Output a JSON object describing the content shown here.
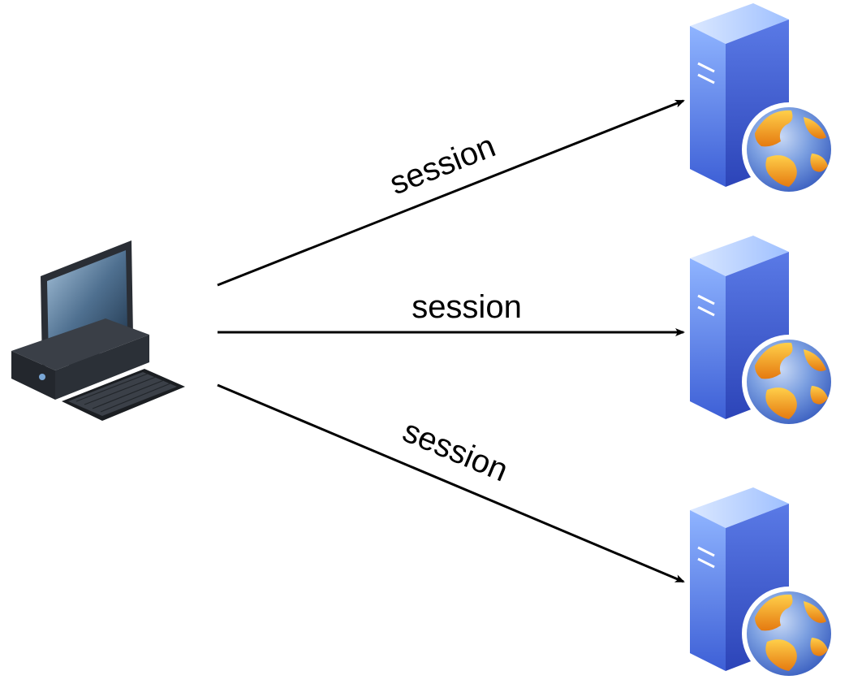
{
  "diagram": {
    "client": {
      "icon": "desktop-computer-icon"
    },
    "servers": [
      {
        "icon": "web-server-icon"
      },
      {
        "icon": "web-server-icon"
      },
      {
        "icon": "web-server-icon"
      }
    ],
    "connections": [
      {
        "label": "session"
      },
      {
        "label": "session"
      },
      {
        "label": "session"
      }
    ],
    "colors": {
      "arrow": "#000000",
      "server_body": "#4a6fd9",
      "globe_ocean": "#5b86d8",
      "globe_land": "#f2a31b"
    }
  }
}
